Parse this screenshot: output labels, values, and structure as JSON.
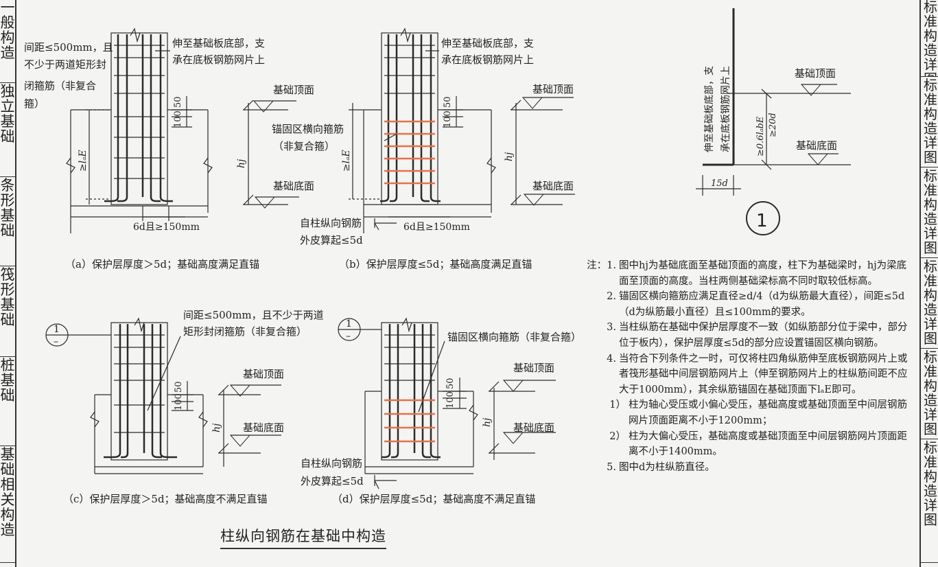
{
  "sidebar_left": [
    {
      "label": "一般构造"
    },
    {
      "label": "独立基础"
    },
    {
      "label": "条形基础"
    },
    {
      "label": "筏形基础"
    },
    {
      "label": "桩基础"
    },
    {
      "label": "基础相关构造"
    }
  ],
  "sidebar_right": [
    {
      "label": "标准构造详图"
    },
    {
      "label": "标准构造详图"
    },
    {
      "label": "标准构造详图"
    },
    {
      "label": "标准构造详图"
    },
    {
      "label": "标准构造详图"
    },
    {
      "label": "标准构造详图"
    }
  ],
  "labels": {
    "spacing_note_a1": "间距≤500mm，且",
    "spacing_note_a2": "不少于两道矩形封",
    "spacing_note_a3": "闭箍筋（非复合",
    "spacing_note_a4": "箍）",
    "extend_note_1": "伸至基础板底部，支",
    "extend_note_2": "承在底板钢筋网片上",
    "top_face": "基础顶面",
    "bottom_face": "基础底面",
    "anchor_hoop_1": "锚固区横向箍筋",
    "anchor_hoop_2": "（非复合箍）",
    "anchor_hoop_full": "锚固区横向箍筋（非复合箍）",
    "dim_50": "50",
    "dim_100": "100",
    "dim_lae": "≥lₐE",
    "dim_hj": "hj",
    "dim_6d": "6d且≥150mm",
    "outer_note_1": "自柱纵向钢筋",
    "outer_note_2": "外皮算起≤5d",
    "spacing_note_c1": "间距≤500mm，且不少于两道",
    "spacing_note_c2": "矩形封闭箍筋（非复合箍）",
    "detail_1_extend_1": "伸至基础板底部，支",
    "detail_1_extend_2": "承在底板钢筋网片上",
    "dim_06lae": "≥0.6lₐbE",
    "dim_20d": "≥20d",
    "dim_15d": "15d",
    "detail_marker": "1",
    "ref_marker_top": "1",
    "ref_marker_bottom": "–"
  },
  "captions": {
    "a": "（a）保护层厚度＞5d；基础高度满足直锚",
    "b": "（b）保护层厚度≤5d；基础高度满足直锚",
    "c": "（c）保护层厚度＞5d；基础高度不满足直锚",
    "d": "（d）保护层厚度≤5d；基础高度不满足直锚"
  },
  "title": "柱纵向钢筋在基础中构造",
  "notes": {
    "prefix": "注：",
    "items": [
      {
        "num": "1.",
        "text": "图中hj为基础底面至基础顶面的高度，柱下为基础梁时，hj为梁底面至顶面的高度。当柱两侧基础梁标高不同时取较低标高。"
      },
      {
        "num": "2.",
        "text": "锚固区横向箍筋应满足直径≥d/4（d为纵筋最大直径），间距≤5d（d为纵筋最小直径）且≤100mm的要求。"
      },
      {
        "num": "3.",
        "text": "当柱纵筋在基础中保护层厚度不一致（如纵筋部分位于梁中，部分位于板内），保护层厚度≤5d的部分应设置锚固区横向钢筋。"
      },
      {
        "num": "4.",
        "text": "当符合下列条件之一时，可仅将柱四角纵筋伸至底板钢筋网片上或者筏形基础中间层钢筋网片上（伸至钢筋网片上的柱纵筋间距不应大于1000mm），其余纵筋锚固在基础顶面下lₐE即可。"
      }
    ],
    "sub_items": [
      {
        "num": "1）",
        "text": "柱为轴心受压或小偏心受压，基础高度或基础顶面至中间层钢筋网片顶面距离不小于1200mm；"
      },
      {
        "num": "2）",
        "text": "柱为大偏心受压，基础高度或基础顶面至中间层钢筋网片顶面距离不小于1400mm。"
      }
    ],
    "last": {
      "num": "5.",
      "text": "图中d为柱纵筋直径。"
    }
  },
  "colors": {
    "hoop_red": "#e8704a",
    "line": "#2a2a2a",
    "background": "#f4f4f2"
  }
}
